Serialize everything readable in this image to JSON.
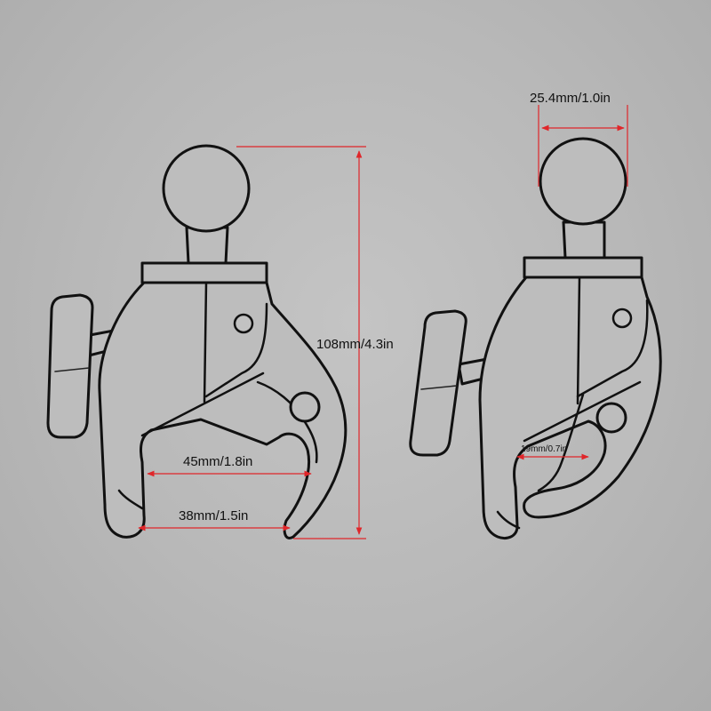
{
  "dimensions": {
    "height": "108mm/4.3in",
    "ball": "25.4mm/1.0in",
    "jaw_large_open": "45mm/1.8in",
    "jaw_large_tip": "38mm/1.5in",
    "jaw_small": "19mm/0.7in"
  },
  "colors": {
    "dimension_line": "#e0262a",
    "outline": "#111111",
    "background": "#b9b9b9"
  }
}
